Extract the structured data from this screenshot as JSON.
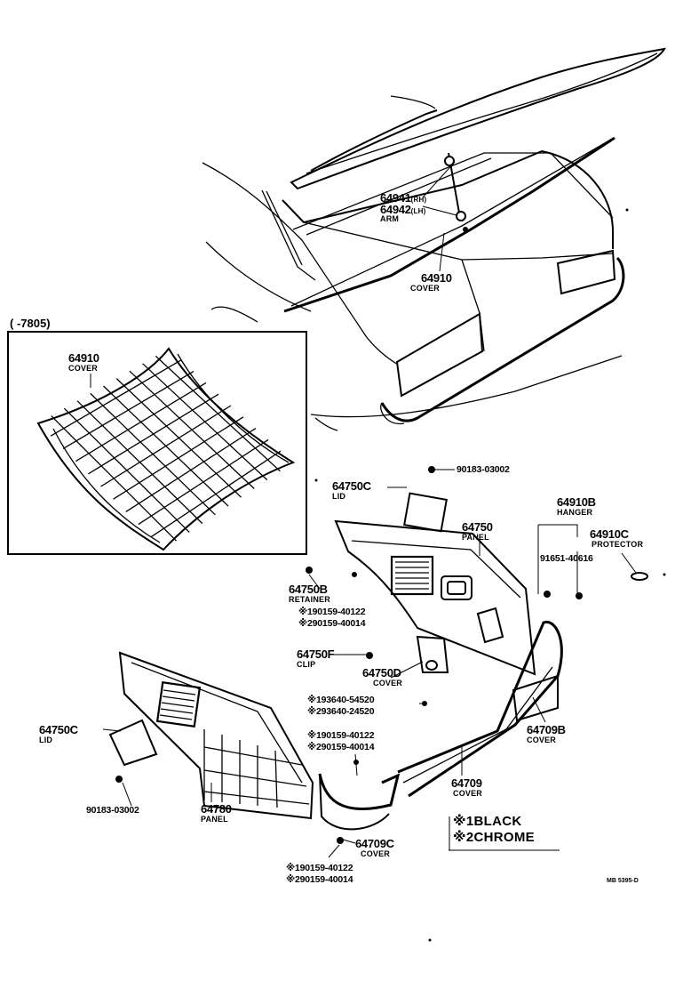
{
  "inset": {
    "range": "(        -7805)",
    "part_no": "64910",
    "part_name": "COVER"
  },
  "labels": {
    "p64941": "64941",
    "p64941_side": "(RH)",
    "p64942": "64942",
    "p64942_side": "(LH)",
    "arm": "ARM",
    "p64910": "64910",
    "cover_a": "COVER",
    "p90183_top": "90183-03002",
    "p64750C_top": "64750C",
    "lid_top": "LID",
    "p64750": "64750",
    "panel_a": "PANEL",
    "p64910B": "64910B",
    "hanger": "HANGER",
    "p64910C": "64910C",
    "protector": "PROTECTOR",
    "p91651": "91651-40616",
    "p64750B": "64750B",
    "retainer": "RETAINER",
    "r1": "※190159-40122",
    "r2": "※290159-40014",
    "p64750F": "64750F",
    "clip": "CLIP",
    "p64750D": "64750D",
    "cover_d": "COVER",
    "s1": "※193640-54520",
    "s2": "※293640-24520",
    "t1": "※190159-40122",
    "t2": "※290159-40014",
    "p64750C_left": "64750C",
    "lid_left": "LID",
    "p64709B": "64709B",
    "cover_b": "COVER",
    "p64709": "64709",
    "cover_c": "COVER",
    "p90183_bot": "90183-03002",
    "p64780": "64780",
    "panel_b": "PANEL",
    "p64709C": "64709C",
    "cover_e": "COVER",
    "b1": "※190159-40122",
    "b2": "※290159-40014",
    "legend1": "※1BLACK",
    "legend2": "※2CHROME",
    "ref": "MB 5395-D"
  }
}
